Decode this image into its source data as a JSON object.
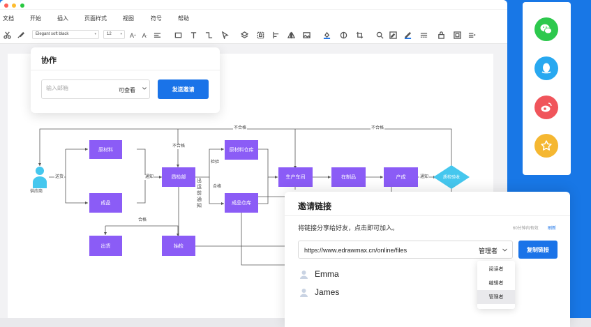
{
  "colors": {
    "accent": "#1a73e8",
    "node": "#8b5cf6",
    "diamond": "#45c7ee",
    "supplier": "#45c7ee",
    "background": "#1877e6"
  },
  "menu": [
    "文档",
    "开始",
    "插入",
    "页面样式",
    "视图",
    "符号",
    "帮助"
  ],
  "toolbar": {
    "font_family": "Elegant soft black",
    "font_size": "12",
    "icons": [
      "scissors-icon",
      "brush-icon",
      "font-grow-icon",
      "font-shrink-icon",
      "align-icon",
      "rectangle-icon",
      "text-icon",
      "connector-icon",
      "pointer-icon",
      "layers-icon",
      "group-icon",
      "align-left-icon",
      "flip-icon",
      "image-icon",
      "fill-icon",
      "shape-style-icon",
      "crop-icon",
      "search-icon",
      "edit-icon",
      "line-color-icon",
      "line-style-icon",
      "lock-icon",
      "frame-icon",
      "more-icon"
    ]
  },
  "collab": {
    "title": "协作",
    "email_placeholder": "输入邮箱",
    "permission": "可查看",
    "send_label": "发送邀请"
  },
  "diagram": {
    "supplier": "供应商",
    "nodes": {
      "raw": "原材料",
      "finished": "成品",
      "qc": "质检部",
      "raw_warehouse": "原材料仓库",
      "finished_warehouse": "成品仓库",
      "production": "生产车间",
      "wip": "在制品",
      "product": "产成",
      "shipping": "出货",
      "inspection": "抽检",
      "check": "质检验收"
    },
    "labels": {
      "send": "送货",
      "notify1": "通知",
      "notify2": "通知",
      "unqualified_top1": "不合格",
      "unqualified_top2": "不合格",
      "unqualified_qc": "不合格",
      "qualified1": "合格",
      "qualified2": "合格",
      "inspect": "检验",
      "ship_notify": "出运前通知"
    }
  },
  "social": [
    "wechat-icon",
    "qq-icon",
    "weibo-icon",
    "star-icon"
  ],
  "invite": {
    "title": "邀请链接",
    "desc": "将链接分享给好友，点击即可加入。",
    "expiry": "60分钟内有效",
    "reset": "刷新",
    "url": "https://www.edrawmax.cn/online/files",
    "role": "管理者",
    "copy_label": "复制链接",
    "members": [
      "Emma",
      "James"
    ]
  },
  "role_options": [
    "阅读者",
    "编辑者",
    "管理者"
  ],
  "role_selected": "管理者"
}
